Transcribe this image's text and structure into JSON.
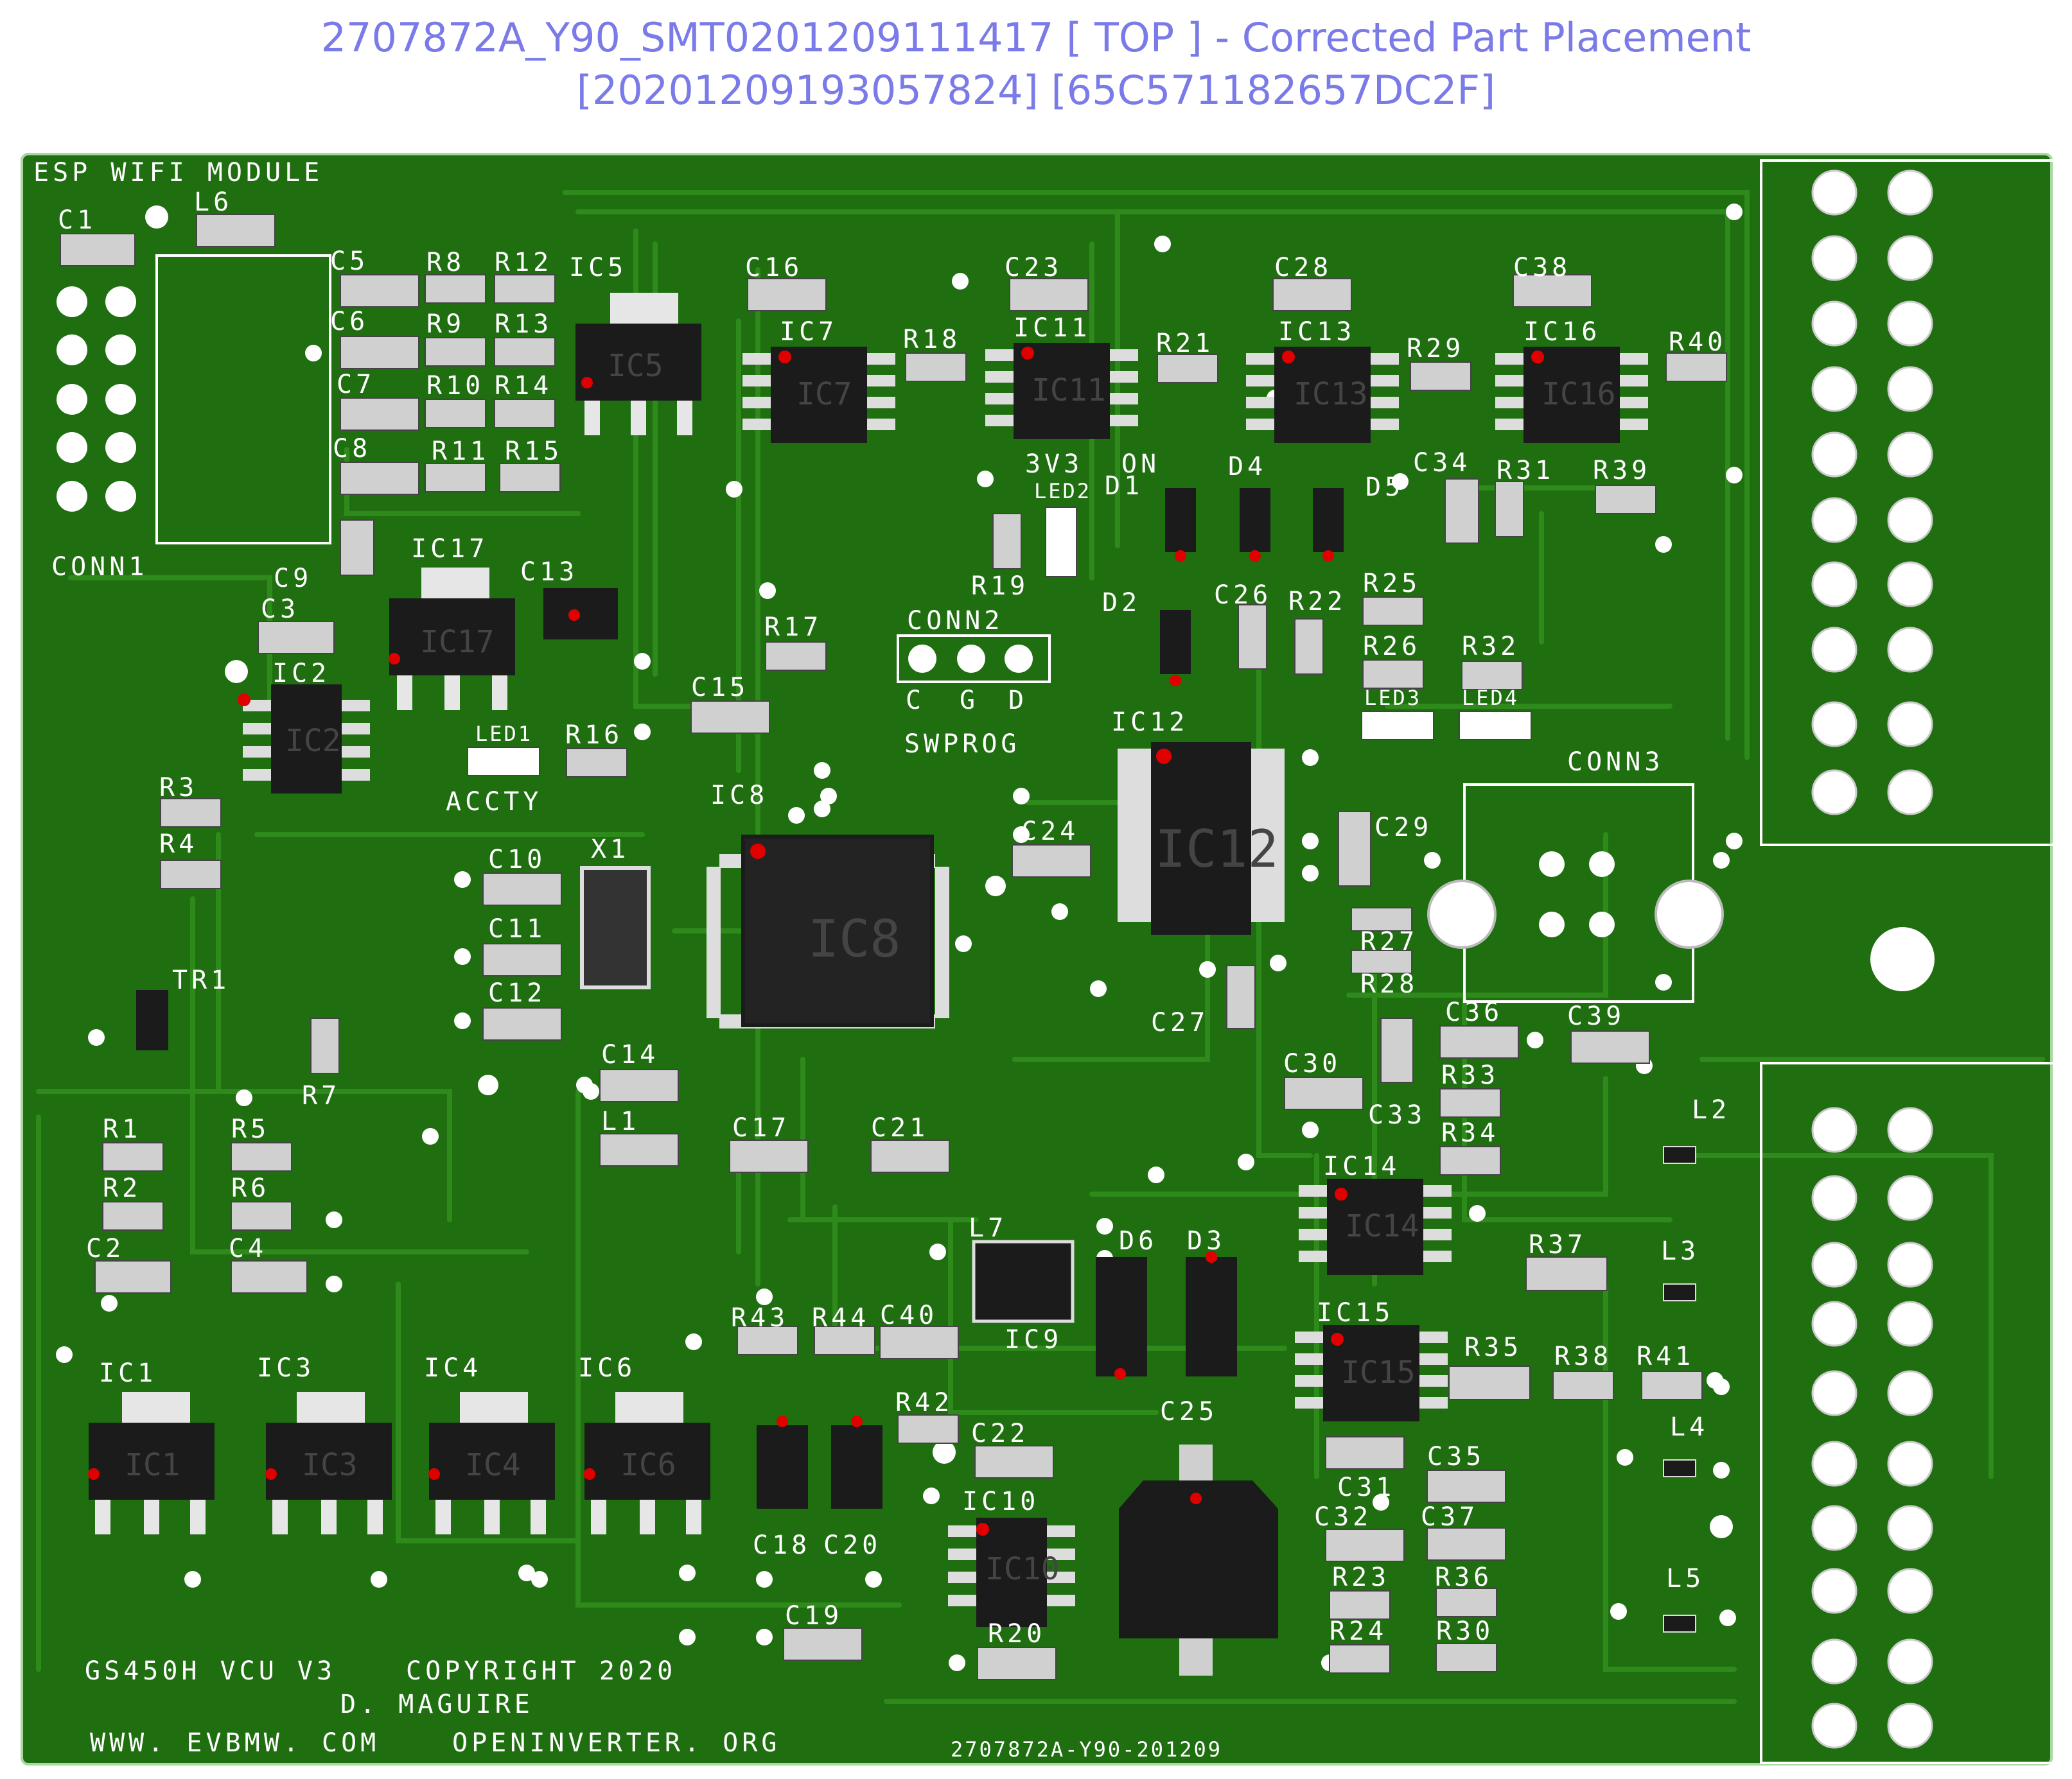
{
  "header": {
    "title_line1": "2707872A_Y90_SMT0201209111417 [ TOP ] - Corrected Part Placement",
    "title_line2": "[20201209193057824] [65C571182657DC2F]"
  },
  "board": {
    "colors": {
      "pcb": "#1f6e10",
      "trace": "#2f8a1c",
      "silk": "#ffffff",
      "header_text": "#7a7ae8",
      "ic_body": "#1b1b1b",
      "passive": "#d0d0d0"
    },
    "silkscreen": {
      "esp_module": "ESP WIFI MODULE",
      "conn1": "CONN1",
      "conn2": "CONN2",
      "conn3": "CONN3",
      "swprog": "SWPROG",
      "conn2_pins": [
        "C",
        "G",
        "D"
      ],
      "accty": "ACCTY",
      "led3v3": "3V3",
      "on": "ON",
      "product": "GS450H VCU V3",
      "copyright": "COPYRIGHT 2020",
      "author": "D. MAGUIRE",
      "site1": "WWW. EVBMW. COM",
      "site2": "OPENINVERTER. ORG",
      "board_code": "2707872A-Y90-201209"
    },
    "ics": {
      "ic1": "IC1",
      "ic2": "IC2",
      "ic3": "IC3",
      "ic4": "IC4",
      "ic5": "IC5",
      "ic6": "IC6",
      "ic7": "IC7",
      "ic8": "IC8",
      "ic9": "IC9",
      "ic10": "IC10",
      "ic11": "IC11",
      "ic12": "IC12",
      "ic13": "IC13",
      "ic14": "IC14",
      "ic15": "IC15",
      "ic16": "IC16",
      "ic17": "IC17",
      "x1": "X1",
      "tr1": "TR1"
    },
    "passives": {
      "c1": "C1",
      "c2": "C2",
      "c3": "C3",
      "c4": "C4",
      "c5": "C5",
      "c6": "C6",
      "c7": "C7",
      "c8": "C8",
      "c9": "C9",
      "c10": "C10",
      "c11": "C11",
      "c12": "C12",
      "c13": "C13",
      "c14": "C14",
      "c15": "C15",
      "c16": "C16",
      "c17": "C17",
      "c18": "C18",
      "c19": "C19",
      "c20": "C20",
      "c21": "C21",
      "c22": "C22",
      "c23": "C23",
      "c24": "C24",
      "c25": "C25",
      "c26": "C26",
      "c27": "C27",
      "c28": "C28",
      "c29": "C29",
      "c30": "C30",
      "c31": "C31",
      "c32": "C32",
      "c33": "C33",
      "c34": "C34",
      "c35": "C35",
      "c36": "C36",
      "c37": "C37",
      "c38": "C38",
      "c39": "C39",
      "c40": "C40",
      "r1": "R1",
      "r2": "R2",
      "r3": "R3",
      "r4": "R4",
      "r5": "R5",
      "r6": "R6",
      "r7": "R7",
      "r8": "R8",
      "r9": "R9",
      "r10": "R10",
      "r11": "R11",
      "r12": "R12",
      "r13": "R13",
      "r14": "R14",
      "r15": "R15",
      "r16": "R16",
      "r17": "R17",
      "r18": "R18",
      "r19": "R19",
      "r20": "R20",
      "r21": "R21",
      "r22": "R22",
      "r23": "R23",
      "r24": "R24",
      "r25": "R25",
      "r26": "R26",
      "r27": "R27",
      "r28": "R28",
      "r29": "R29",
      "r30": "R30",
      "r31": "R31",
      "r32": "R32",
      "r33": "R33",
      "r34": "R34",
      "r35": "R35",
      "r36": "R36",
      "r37": "R37",
      "r38": "R38",
      "r39": "R39",
      "r40": "R40",
      "r41": "R41",
      "r42": "R42",
      "r43": "R43",
      "r44": "R44",
      "l1": "L1",
      "l2": "L2",
      "l3": "L3",
      "l4": "L4",
      "l5": "L5",
      "l6": "L6",
      "l7": "L7",
      "d1": "D1",
      "d2": "D2",
      "d3": "D3",
      "d4": "D4",
      "d5": "D5",
      "d6": "D6",
      "led1": "LED1",
      "led2": "LED2",
      "led3": "LED3",
      "led4": "LED4"
    }
  }
}
